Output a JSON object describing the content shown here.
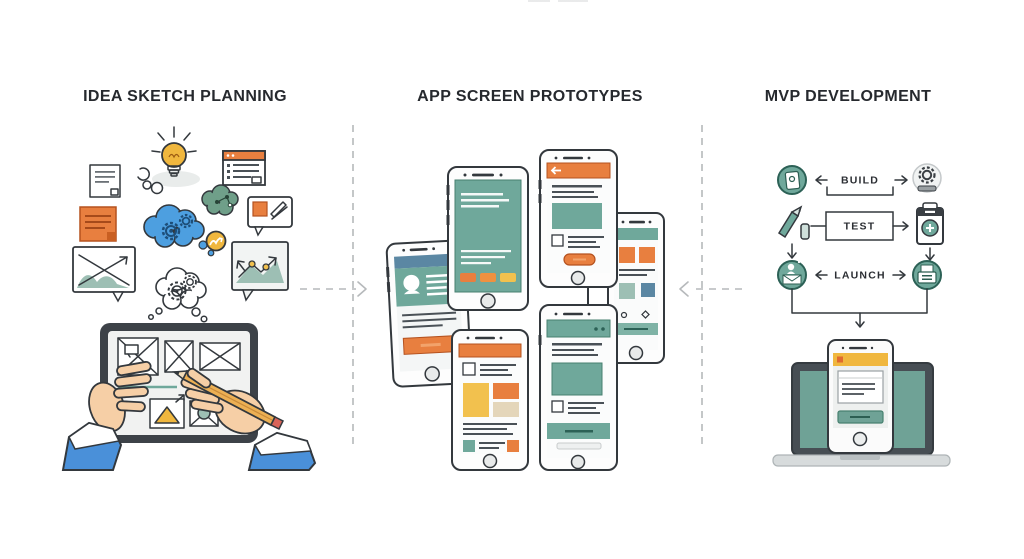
{
  "headers": {
    "idea": "IDEA SKETCH PLANNING",
    "prototypes": "APP SCREEN PROTOTYPES",
    "mvp": "MVP DEVELOPMENT"
  },
  "flow": {
    "build": "BUILD",
    "test": "TEST",
    "launch": "LAUNCH"
  },
  "separators": {
    "style": "dashed",
    "arrow_left_of_prototypes": "points-right",
    "arrow_right_of_prototypes": "points-left"
  },
  "icons": {
    "idea_section": [
      "document-icon",
      "lightbulb-icon",
      "browser-window-icon",
      "sticky-note-icon",
      "network-cloud-icon",
      "gear-cloud-icon",
      "sketch-bubble-icon",
      "mini-chart-icon",
      "area-chart-bubble-icon",
      "line-chart-bubble-icon",
      "thought-cloud-gears-icon",
      "tablet-wireframe",
      "hands-with-pencil"
    ],
    "prototype_section": [
      "phone-mockup-feed",
      "phone-mockup-detail",
      "phone-mockup-profile",
      "phone-mockup-gallery",
      "phone-mockup-cards",
      "phone-mockup-article"
    ],
    "mvp_section": [
      "app-build-icon",
      "gear-machine-icon",
      "crayon-icon",
      "toolkit-plus-icon",
      "launch-announce-icon",
      "print-release-icon",
      "laptop-icon",
      "phone-result-icon"
    ]
  },
  "palette": {
    "ink": "#33383d",
    "teal": "#6fa89b",
    "teal-deep": "#2c6156",
    "teal-light": "#9dbfb4",
    "orange": "#e87f3f",
    "orange-deep": "#b5521f",
    "yellow": "#f2c14e",
    "gold": "#f0b73e",
    "sky": "#4d9fe0",
    "navy": "#1d4e79",
    "steel": "#5b87a3",
    "green": "#6f9f89",
    "skin": "#f6cfa6",
    "sleeve": "#4a90d9",
    "paper": "#f2f4f3",
    "gray": "#b6b9bb",
    "slate": "#4a5157",
    "beige": "#e4d6ba",
    "red": "#d96459"
  }
}
